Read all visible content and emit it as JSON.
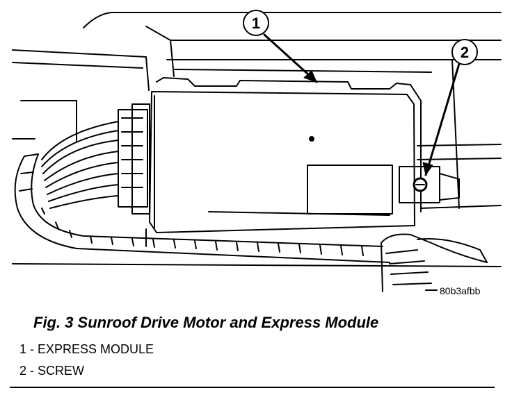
{
  "figure": {
    "image_id": "80b3afbb",
    "callouts": [
      {
        "number": "1"
      },
      {
        "number": "2"
      }
    ]
  },
  "caption": {
    "title": "Fig. 3 Sunroof Drive Motor and Express Module"
  },
  "legend": [
    {
      "text": "1 - EXPRESS MODULE"
    },
    {
      "text": "2 - SCREW"
    }
  ]
}
